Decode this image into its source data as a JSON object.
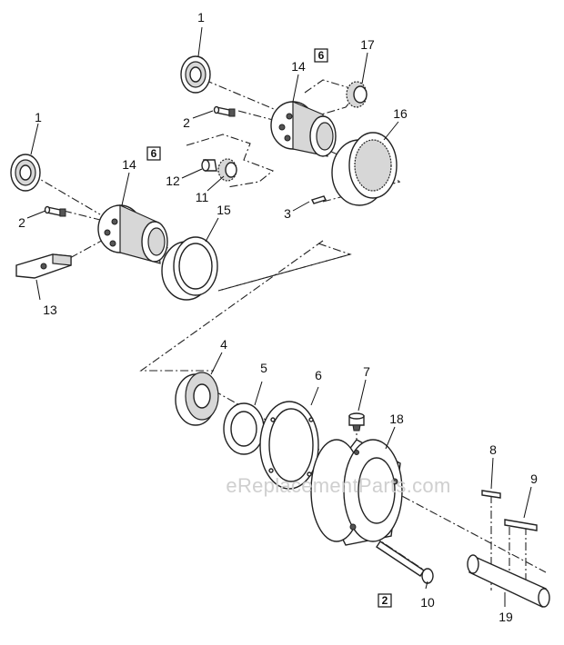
{
  "diagram": {
    "watermark": "eReplacementParts.com",
    "callouts": [
      {
        "id": "c1a",
        "text": "1"
      },
      {
        "id": "c1b",
        "text": "1"
      },
      {
        "id": "c2a",
        "text": "2"
      },
      {
        "id": "c2b",
        "text": "2"
      },
      {
        "id": "c3",
        "text": "3"
      },
      {
        "id": "c4",
        "text": "4"
      },
      {
        "id": "c5",
        "text": "5"
      },
      {
        "id": "c6",
        "text": "6"
      },
      {
        "id": "c7",
        "text": "7"
      },
      {
        "id": "c8",
        "text": "8"
      },
      {
        "id": "c9",
        "text": "9"
      },
      {
        "id": "c10",
        "text": "10"
      },
      {
        "id": "c11",
        "text": "11"
      },
      {
        "id": "c12",
        "text": "12"
      },
      {
        "id": "c13",
        "text": "13"
      },
      {
        "id": "c14a",
        "text": "14"
      },
      {
        "id": "c14b",
        "text": "14"
      },
      {
        "id": "c15",
        "text": "15"
      },
      {
        "id": "c16",
        "text": "16"
      },
      {
        "id": "c17",
        "text": "17"
      },
      {
        "id": "c18",
        "text": "18"
      },
      {
        "id": "c19",
        "text": "19"
      }
    ],
    "boxed_labels": [
      {
        "id": "b6a",
        "text": "6"
      },
      {
        "id": "b6b",
        "text": "6"
      },
      {
        "id": "b2",
        "text": "2"
      }
    ]
  }
}
